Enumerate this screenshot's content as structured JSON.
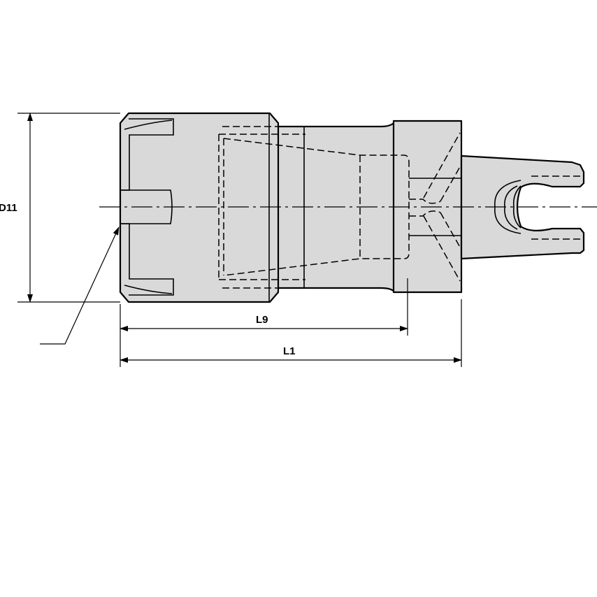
{
  "drawing": {
    "dimensions": [
      {
        "id": "D11",
        "label": "D11"
      },
      {
        "id": "L9",
        "label": "L9"
      },
      {
        "id": "L1",
        "label": "L1"
      }
    ],
    "fill_color": "#d9d9d9",
    "line_color": "#000000"
  }
}
